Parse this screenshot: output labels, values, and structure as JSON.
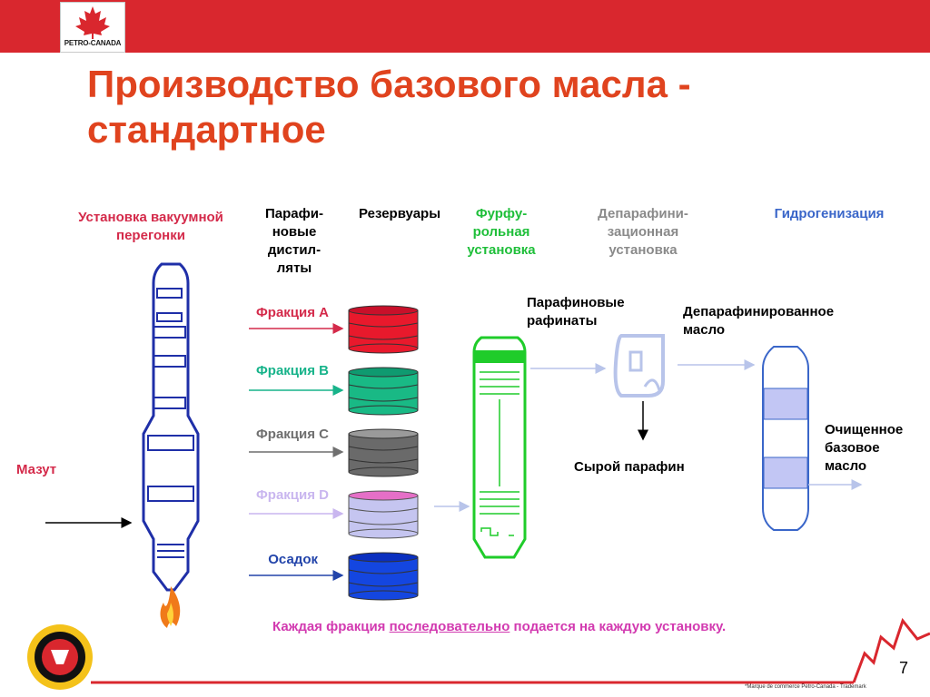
{
  "header": {
    "logo_text": "PETRO-CANADA",
    "brand_color": "#d9272e"
  },
  "title": "Производство базового масла - стандартное",
  "columns": {
    "vacuum_unit": "Установка вакуумной перегонки",
    "paraffin_distillates": "Парафи-новые дистил-ляты",
    "reservoirs": "Резервуары",
    "furfural_unit": "Фурфу-рольная установка",
    "dewaxing_unit": "Депарафини-зационная установка",
    "hydrogenation": "Гидрогенизация"
  },
  "flow_labels": {
    "mazut": "Мазут",
    "paraffin_raffinates": "Парафиновые рафинаты",
    "dewaxed_oil": "Депарафинированное масло",
    "raw_paraffin": "Сырой парафин",
    "refined_base_oil": "Очищенное базовое масло"
  },
  "fractions": [
    {
      "label": "Фракция А",
      "color": "#d42a4a",
      "tank_color": "#e8192c"
    },
    {
      "label": "Фракция В",
      "color": "#17b38a",
      "tank_color": "#19b985"
    },
    {
      "label": "Фракция С",
      "color": "#6f6f6f",
      "tank_color": "#6a6a6a"
    },
    {
      "label": "Фракция D",
      "color": "#c9b6ef",
      "tank_color": "#c5c5f0"
    },
    {
      "label": "Осадок",
      "color": "#2244aa",
      "tank_color": "#1446e0"
    }
  ],
  "note": {
    "before": "Каждая фракция ",
    "underlined": "последовательно",
    "after": " подается на каждую установку."
  },
  "page_number": "7",
  "trademark": "*Marque de commerce Petro-Canada - Trademark"
}
